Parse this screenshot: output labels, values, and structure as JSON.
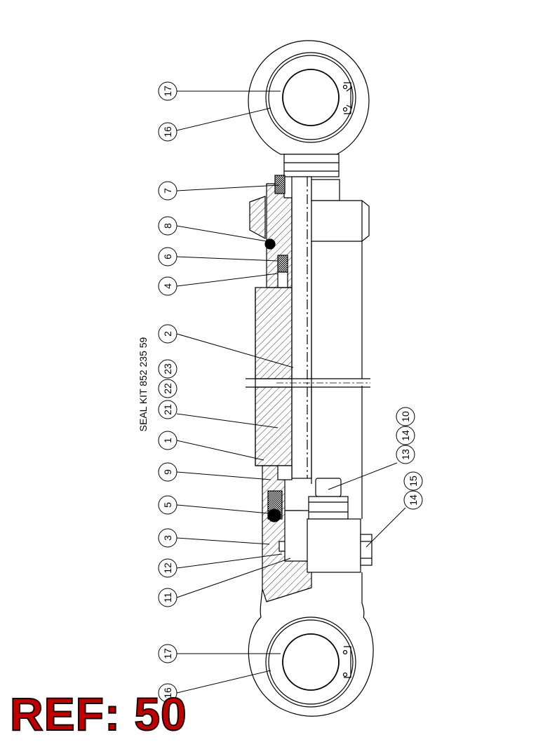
{
  "seal_kit_text": "SEAL KIT  852 235 59",
  "ref_label": "REF: 50",
  "callouts_left": [
    {
      "id": "c17a",
      "label": "17"
    },
    {
      "id": "c16a",
      "label": "16"
    },
    {
      "id": "c7",
      "label": "7"
    },
    {
      "id": "c8",
      "label": "8"
    },
    {
      "id": "c6",
      "label": "6"
    },
    {
      "id": "c4",
      "label": "4"
    },
    {
      "id": "c2",
      "label": "2"
    },
    {
      "id": "c23",
      "label": "23"
    },
    {
      "id": "c22",
      "label": "22"
    },
    {
      "id": "c21",
      "label": "21"
    },
    {
      "id": "c1",
      "label": "1"
    },
    {
      "id": "c9",
      "label": "9"
    },
    {
      "id": "c5",
      "label": "5"
    },
    {
      "id": "c3",
      "label": "3"
    },
    {
      "id": "c12",
      "label": "12"
    },
    {
      "id": "c11",
      "label": "11"
    },
    {
      "id": "c17b",
      "label": "17"
    },
    {
      "id": "c16b",
      "label": "16"
    }
  ],
  "callouts_right": [
    {
      "id": "c10",
      "label": "10"
    },
    {
      "id": "c14a",
      "label": "14"
    },
    {
      "id": "c13",
      "label": "13"
    },
    {
      "id": "c15",
      "label": "15"
    },
    {
      "id": "c14b",
      "label": "14"
    }
  ]
}
